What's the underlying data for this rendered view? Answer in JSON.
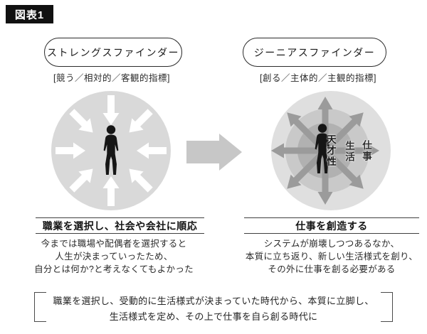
{
  "figure_label": "図表1",
  "left": {
    "title": "ストレングスファインダー",
    "subtitle": "[競う／相対的／客観的指標]",
    "heading": "職業を選択し、社会や会社に順応",
    "body_lines": [
      "今までは職場や配偶者を選択すると",
      "人生が決まっていったため、",
      "自分とは何か?と考えなくてもよかった"
    ]
  },
  "right": {
    "title": "ジーニアスファインダー",
    "subtitle": "[創る／主体的／主観的指標]",
    "heading": "仕事を創造する",
    "body_lines": [
      "システムが崩壊しつつあるなか、",
      "本質に立ち返り、新しい生活様式を創り、",
      "その外に仕事を創る必要がある"
    ],
    "ring_labels": {
      "inner": "天才性",
      "middle": "生活",
      "outer": "仕事"
    }
  },
  "footer_lines": [
    "職業を選択し、受動的に生活様式が決まっていた時代から、本質に立脚し、",
    "生活様式を定め、その上で仕事を自ら創る時代に"
  ],
  "colors": {
    "figure_label_bg": "#111111",
    "left_circle": "#d9d9d9",
    "inward_arrows": "#ffffff",
    "outer_ring": "#dfdfdf",
    "middle_ring": "#c9c9c9",
    "inner_ring": "#b1b1b1",
    "outward_arrows": "#9b9b9b",
    "person_silhouette": "#161616",
    "transition_arrow": "#c7c7c7",
    "text": "#222222"
  }
}
